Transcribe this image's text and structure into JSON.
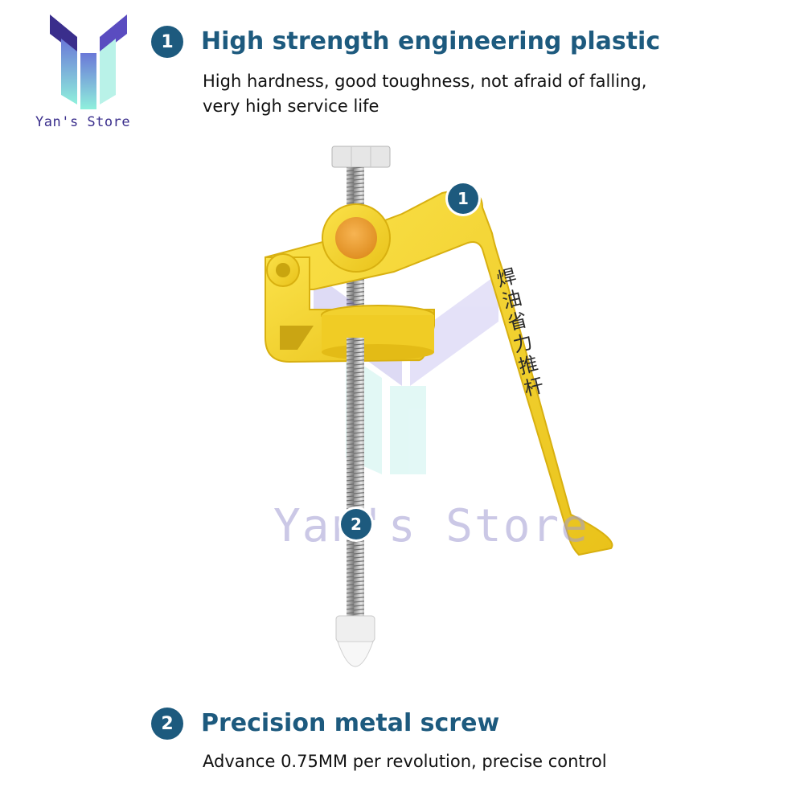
{
  "brand": {
    "store_name": "Yan's Store",
    "logo_icon": "y-logo-icon",
    "watermark": "Yan's Store"
  },
  "features": [
    {
      "number": "1",
      "title": "High strength engineering plastic",
      "description_lines": [
        "High hardness, good toughness, not afraid of falling,",
        "very high service life"
      ]
    },
    {
      "number": "2",
      "title": "Precision metal screw",
      "description_lines": [
        "Advance 0.75MM per revolution, precise control"
      ]
    }
  ],
  "product": {
    "handle_text": "焊油省力推杆",
    "markers": [
      "1",
      "2"
    ]
  },
  "colors": {
    "accent": "#1d5a7e",
    "plastic": "#f5d431",
    "knob": "#f2a33a",
    "logo_purple": "#3a2e8c",
    "logo_teal": "#7fe0d6"
  }
}
